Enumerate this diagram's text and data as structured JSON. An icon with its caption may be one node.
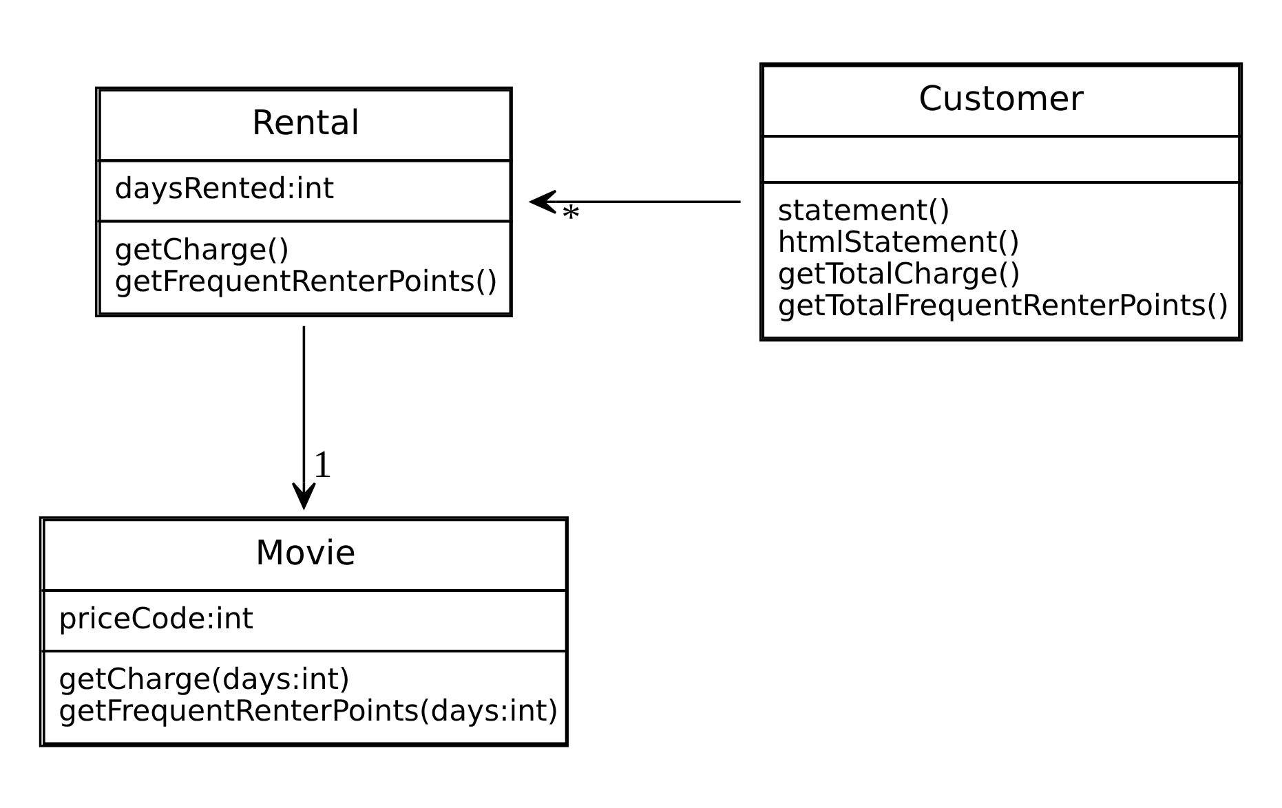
{
  "diagram": {
    "nodes": [
      {
        "text": [
          "Rental",
          "daysRented:int",
          "getCharge() getFrequentRenterPoints()"
        ]
      },
      {
        "text": [
          "Customer",
          "statement() htmlStatement() getTotalCharge() getTotalFrequentRenterPoints()"
        ]
      },
      {
        "text": [
          "Movie",
          "priceCode:int",
          "getCharge(days:int) getFrequentRenterPoints(days:int)"
        ]
      }
    ],
    "edges": [
      {
        "from": 1,
        "to": 0,
        "arrow": "to",
        "label": "*"
      },
      {
        "from": 0,
        "to": 2,
        "arrow": "to",
        "label": "1"
      }
    ]
  }
}
